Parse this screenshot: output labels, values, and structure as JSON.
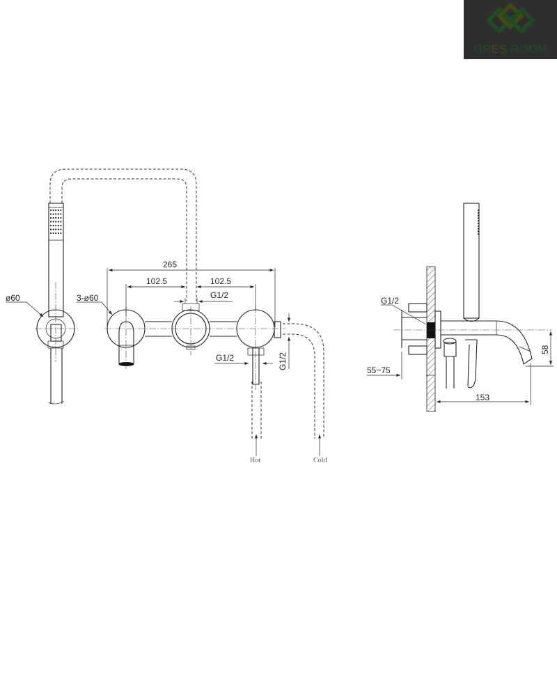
{
  "logo": {
    "text_part1": "GR",
    "text_part2": "ES",
    "text_part3": " ROOM",
    "colors": {
      "background": "#2e2e2e",
      "green": "#1f4a24",
      "olive": "#3d4a14"
    }
  },
  "front_view": {
    "holder_diameter": "ø60",
    "flanges_diameter": "3-ø60",
    "overall_width": "265",
    "spacing_left": "102.5",
    "spacing_right": "102.5",
    "thread_top": "G1/2",
    "thread_bottom": "G1/2",
    "thread_side": "G1/2",
    "hot_label": "Hot",
    "cold_label": "Cold"
  },
  "side_view": {
    "thread": "G1/2",
    "wall_depth": "55~75",
    "spout_projection": "153",
    "spout_drop": "58"
  }
}
